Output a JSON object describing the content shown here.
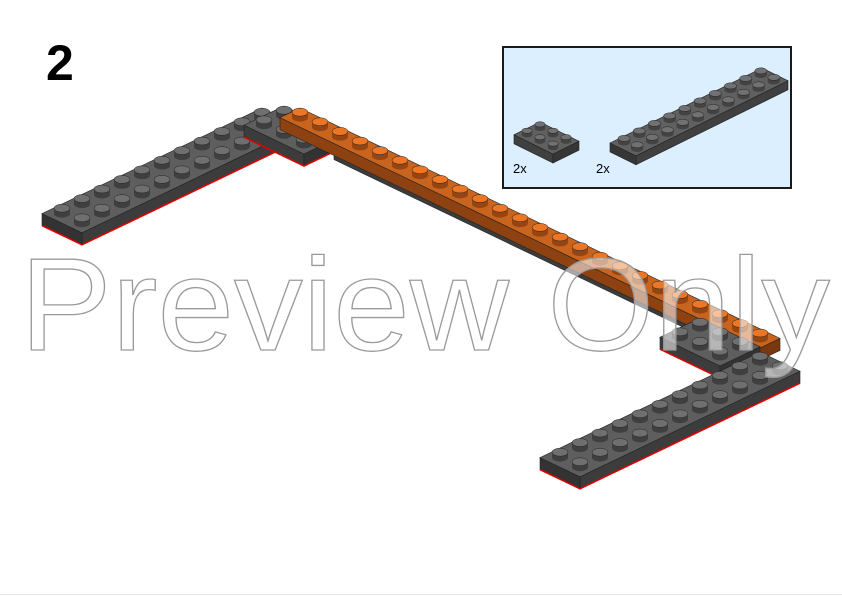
{
  "step": {
    "number": "2"
  },
  "parts_callout": {
    "background": "#dcefff",
    "parts": [
      {
        "quantity": "2x",
        "color_name": "dark-bluish-gray",
        "color": "#5b5b5b",
        "icon": "plate-2x3-icon"
      },
      {
        "quantity": "2x",
        "color_name": "dark-bluish-gray",
        "color": "#5b5b5b",
        "icon": "plate-2x10-icon"
      }
    ]
  },
  "model": {
    "colors": {
      "gray_top": "#5e5e5e",
      "gray_side": "#3c3c3c",
      "orange_top": "#c8641e",
      "orange_side": "#8e4212",
      "new_part_outline": "#e00000"
    }
  },
  "watermark": {
    "text": "Preview Only"
  }
}
